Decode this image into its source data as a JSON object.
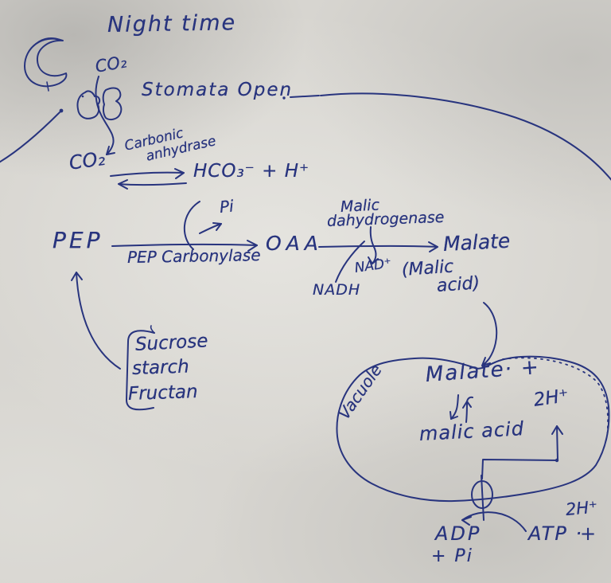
{
  "colors": {
    "ink": "#28347e",
    "paper": "#d7d5d0"
  },
  "title": "Night time",
  "atmosphere": {
    "co2_above_stomata": "CO₂",
    "stomata_status": "Stomata Open",
    "co2_inside": "CO₂"
  },
  "hydration": {
    "enzyme_word1": "Carbonic",
    "enzyme_word2": "anhydrase",
    "product": "HCO₃⁻ + H⁺"
  },
  "carboxylation": {
    "substrate": "PEP",
    "enzyme": "PEP Carbonylase",
    "byproduct": "Pi",
    "product": "OAA"
  },
  "reduction": {
    "enzyme_word1": "Malic",
    "enzyme_word2": "dahydrogenase",
    "cofactor_in": "NADH",
    "cofactor_out": "NAD⁺",
    "product": "Malate",
    "alias_word1": "(Malic",
    "alias_word2": "acid)"
  },
  "pep_sources": {
    "item1": "Sucrose",
    "item2": "starch",
    "item3": "Fructan"
  },
  "vacuole": {
    "label": "Vacuole",
    "stored_malate": "Malate· +",
    "protons": "2H⁺",
    "acid_form": "malic acid"
  },
  "proton_pump": {
    "adp": "ADP",
    "pi": "+ Pi",
    "atp": "ATP ·",
    "plus": "+",
    "protons": "2H⁺"
  }
}
